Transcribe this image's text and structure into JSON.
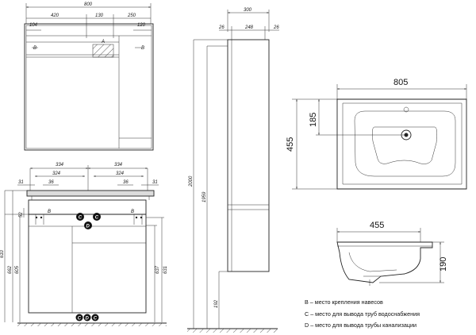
{
  "top_view": {
    "overall_width": "800",
    "left_width": "420",
    "middle_width": "130",
    "right_width": "250",
    "left_offset": "104",
    "right_offset": "120",
    "marker_a": "A",
    "marker_b": "B"
  },
  "front_view": {
    "left_span": "334",
    "right_span": "334",
    "left_inner": "324",
    "right_inner": "324",
    "left_edge": "31",
    "left_gap": "36",
    "right_gap": "36",
    "right_edge": "31",
    "small_height": "52",
    "height_total": "610",
    "h_662": "662",
    "h_605": "605",
    "h_637": "637",
    "h_631": "631",
    "marker_b": "B",
    "marker_c": "C",
    "marker_d": "D"
  },
  "column_view": {
    "width": "300",
    "side_left": "26",
    "center": "248",
    "side_right": "26",
    "height": "2000",
    "height_inner": "1959",
    "height_low": "192"
  },
  "sink_top": {
    "width": "805",
    "depth": "455",
    "tap_offset": "185"
  },
  "sink_side": {
    "depth": "455",
    "height": "190"
  },
  "legend": [
    "B – место крепления навесов",
    "C – место для вывода труб водоснабжения",
    "D – место для вывода трубы канализации"
  ]
}
